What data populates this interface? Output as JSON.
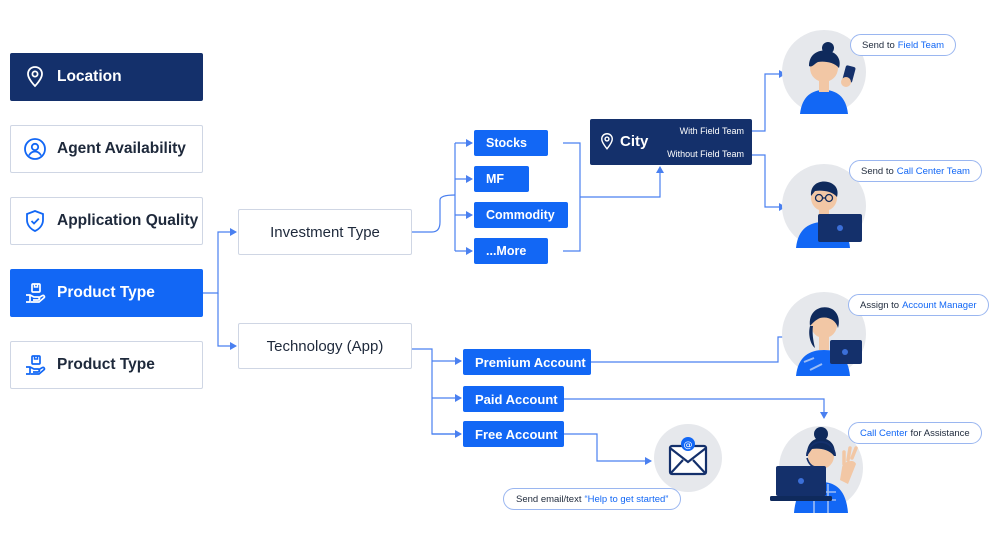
{
  "criteria": [
    {
      "label": "Location",
      "icon": "location-pin-icon"
    },
    {
      "label": "Agent Availability",
      "icon": "user-circle-icon"
    },
    {
      "label": "Application Quality",
      "icon": "shield-check-icon"
    },
    {
      "label": "Product Type",
      "icon": "hand-box-icon"
    },
    {
      "label": "Product Type",
      "icon": "hand-box-icon"
    }
  ],
  "types": {
    "investment": "Investment Type",
    "technology": "Technology (App)"
  },
  "investment_products": [
    "Stocks",
    "MF",
    "Commodity",
    "...More"
  ],
  "accounts": [
    "Premium Account",
    "Paid Account",
    "Free Account"
  ],
  "city": {
    "label": "City",
    "with_team": "With Field Team",
    "without_team": "Without Field Team"
  },
  "actions": {
    "field": {
      "prefix": "Send to",
      "highlight": "Field Team",
      "suffix": ""
    },
    "call_center": {
      "prefix": "Send to",
      "highlight": "Call Center Team",
      "suffix": ""
    },
    "manager": {
      "prefix": "Assign to",
      "highlight": "Account Manager",
      "suffix": ""
    },
    "assistance": {
      "prefix": "",
      "highlight": "Call Center",
      "suffix": "for Assistance"
    }
  },
  "email_note": {
    "prefix": "Send email/text",
    "highlight": "“Help to get started”"
  },
  "colors": {
    "navy": "#14306b",
    "blue": "#1267f5",
    "connector": "#4a80f0",
    "border": "#cfd6e4",
    "avatar_bg": "#e6e8ec"
  }
}
